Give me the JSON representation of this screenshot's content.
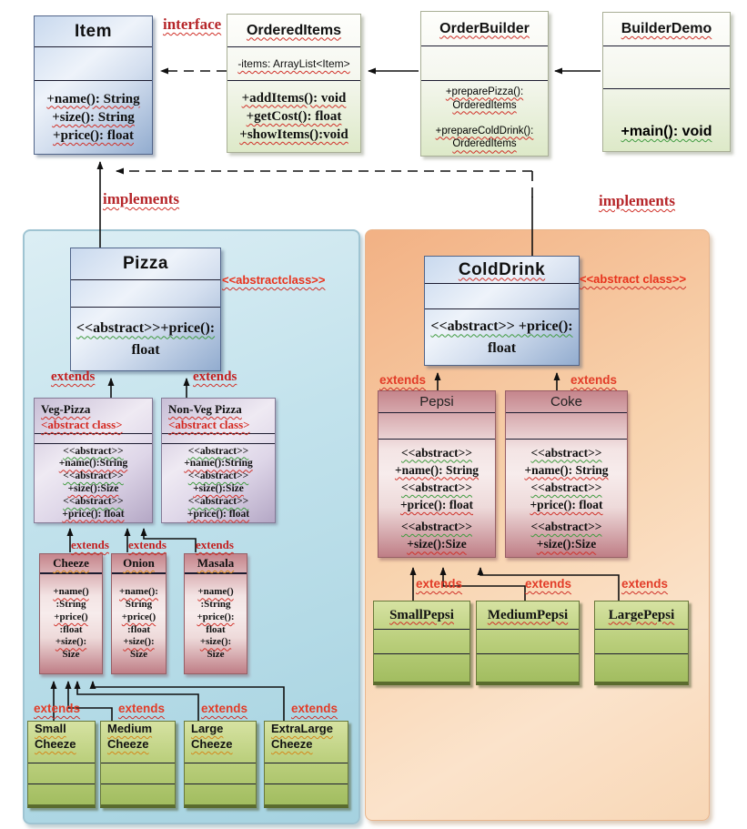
{
  "diagram": {
    "interface_label": "interface",
    "implements_left": "implements",
    "implements_right": "implements",
    "extends_label": "extends",
    "pizza_stereotype": "<<abstractclass>>",
    "colddrink_stereotype": "<<abstract class>>"
  },
  "colors": {
    "label_red": "#c32020",
    "stereotype_red": "#e8321c",
    "wavy_orange": "#d4881c",
    "panel_left": "#c2e2ec",
    "panel_right": "#f8d3ae",
    "box_blue": "#92accf",
    "box_green_light": "#dde9c8",
    "box_green_dark": "#a2bd60",
    "box_pink": "#c5858c",
    "box_purple": "#b4a7c5"
  },
  "classes": {
    "item": {
      "name": "Item",
      "methods": [
        "+name(): String",
        "+size(): String",
        "+price(): float"
      ]
    },
    "ordered_items": {
      "name": "OrderedItems",
      "attribute": "-items: ArrayList<Item>",
      "methods": [
        "+addItems(): void",
        "+getCost(): float",
        "+showItems():void"
      ]
    },
    "order_builder": {
      "name": "OrderBuilder",
      "method_lines": [
        "+preparePizza():",
        "OrderedItems",
        "+prepareColdDrink():",
        "OrderedItems"
      ]
    },
    "builder_demo": {
      "name": "BuilderDemo",
      "methods": [
        "+main(): void"
      ]
    },
    "pizza": {
      "name": "Pizza",
      "method_lines": [
        "<<abstract>>+price():",
        "float"
      ]
    },
    "cold_drink": {
      "name": "ColdDrink",
      "method_lines": [
        "<<abstract>> +price():",
        "float"
      ]
    },
    "veg_pizza": {
      "name": "Veg-Pizza",
      "annotation": "<abstract class>",
      "method_lines": [
        "<<abstract>>",
        "+name():String",
        "<<abstract>>",
        "+size():Size",
        "<<abstract>>",
        "+price(): float"
      ]
    },
    "non_veg_pizza": {
      "name": "Non-Veg Pizza",
      "annotation": "<abstract class>",
      "method_lines": [
        "<<abstract>>",
        "+name():String",
        "<<abstract>>",
        "+size():Size",
        "<<abstract>>",
        "+price(): float"
      ]
    },
    "pepsi": {
      "name": "Pepsi",
      "method_lines": [
        "<<abstract>>",
        "+name(): String",
        "<<abstract>>",
        "+price(): float",
        "<<abstract>>",
        "+size():Size"
      ]
    },
    "coke": {
      "name": "Coke",
      "method_lines": [
        "<<abstract>>",
        "+name(): String",
        "<<abstract>>",
        "+price(): float",
        "<<abstract>>",
        "+size():Size"
      ]
    },
    "cheeze": {
      "name": "Cheeze",
      "method_lines": [
        "+name()",
        ":String",
        "+price()",
        ":float",
        "+size():",
        "Size"
      ]
    },
    "onion": {
      "name": "Onion",
      "method_lines": [
        "+name():",
        "String",
        "+price()",
        ":float",
        "+size():",
        "Size"
      ]
    },
    "masala": {
      "name": "Masala",
      "method_lines": [
        "+name()",
        ":String",
        "+price():",
        "float",
        "+size():",
        "Size"
      ]
    },
    "small_cheeze": {
      "name_line1": "Small",
      "name_line2": "Cheeze"
    },
    "medium_cheeze": {
      "name_line1": "Medium",
      "name_line2": "Cheeze"
    },
    "large_cheeze": {
      "name_line1": "Large",
      "name_line2": "Cheeze"
    },
    "extralarge_cheeze": {
      "name_line1": "ExtraLarge",
      "name_line2": "Cheeze"
    },
    "small_pepsi": {
      "name": "SmallPepsi"
    },
    "medium_pepsi": {
      "name": "MediumPepsi"
    },
    "large_pepsi": {
      "name": "LargePepsi"
    }
  }
}
